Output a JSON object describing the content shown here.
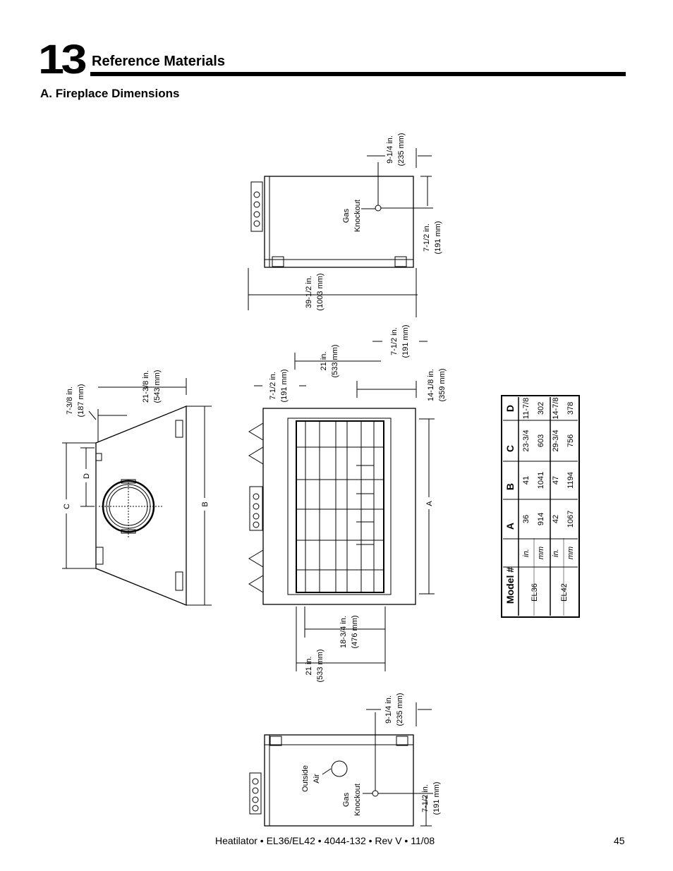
{
  "header": {
    "chapter_number": "13",
    "chapter_title": "Reference Materials",
    "section_title": "A. Fireplace Dimensions"
  },
  "side_view": {
    "dim_top": [
      "7-3/8 in.",
      "(187 mm)"
    ],
    "dim_width": [
      "21-3/8 in.",
      "(543 mm)"
    ],
    "label_b": "B",
    "label_c": "C",
    "label_d": "D"
  },
  "top_view_upper": {
    "dim_front": [
      "9-1/4 in.",
      "(235 mm)"
    ],
    "dim_gas": [
      "7-1/2 in.",
      "(191 mm)"
    ],
    "dim_width": [
      "39-1/2 in.",
      "(1003 mm)"
    ],
    "gas_label": [
      "Gas",
      "Knockout"
    ]
  },
  "front_view": {
    "dim_left": [
      "7-1/2 in.",
      "(191 mm)"
    ],
    "dim_21_top": [
      "21 in.",
      "(533 mm)"
    ],
    "dim_right": [
      "7-1/2 in.",
      "(191 mm)"
    ],
    "dim_14": [
      "14-1/8 in.",
      "(359 mm)"
    ],
    "dim_18": [
      "18-3/4 in.",
      "(476 mm)"
    ],
    "dim_21_bottom": [
      "21 in.",
      "(533 mm)"
    ],
    "label_a": "A"
  },
  "top_view_lower": {
    "dim_front": [
      "9-1/4 in.",
      "(235 mm)"
    ],
    "dim_gas": [
      "7-1/2 in.",
      "(191 mm)"
    ],
    "air_label": [
      "Outside",
      "Air"
    ],
    "gas_label": [
      "Gas",
      "Knockout"
    ]
  },
  "table": {
    "headers": [
      "Model #",
      "A",
      "B",
      "C",
      "D"
    ],
    "rows": [
      {
        "model": "EL36",
        "unit": "in.",
        "values": [
          "36",
          "41",
          "23-3/4",
          "11-7/8"
        ]
      },
      {
        "model": "",
        "unit": "mm",
        "values": [
          "914",
          "1041",
          "603",
          "302"
        ]
      },
      {
        "model": "EL42",
        "unit": "in.",
        "values": [
          "42",
          "47",
          "29-3/4",
          "14-7/8"
        ]
      },
      {
        "model": "",
        "unit": "mm",
        "values": [
          "1067",
          "1194",
          "756",
          "378"
        ]
      }
    ]
  },
  "footer": {
    "text": "Heatilator • EL36/EL42 • 4044-132 • Rev V • 11/08",
    "page": "45"
  }
}
